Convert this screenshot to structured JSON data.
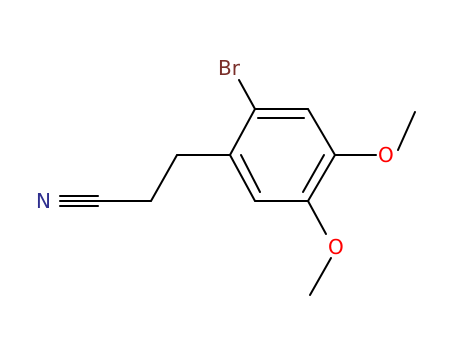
{
  "molecule": {
    "atoms": {
      "bromine": "Br",
      "nitrogen": "N",
      "oxygen_top": "O",
      "oxygen_bottom": "O"
    },
    "colors": {
      "bond": "#000000",
      "bromine": "#7a2f2a",
      "nitrogen": "#2f2f8f",
      "oxygen": "#ff0000"
    }
  }
}
